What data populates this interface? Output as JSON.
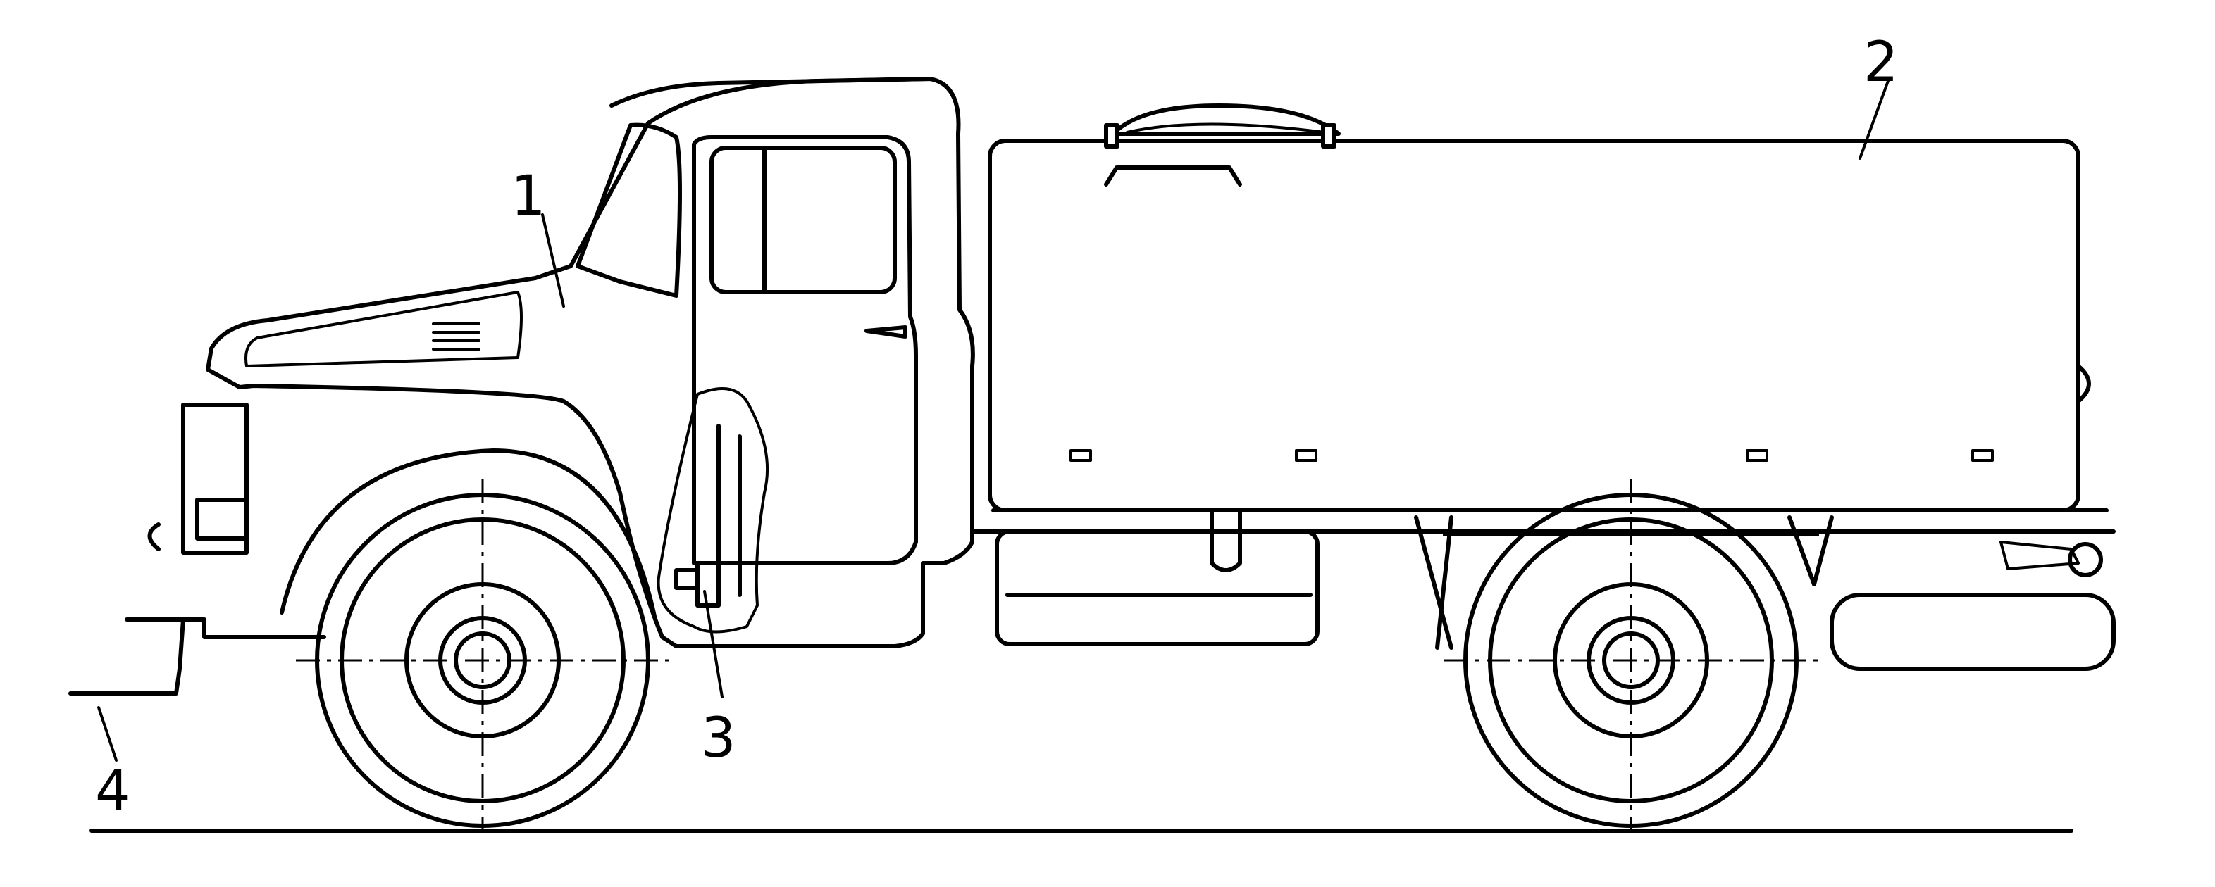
{
  "callouts": {
    "c1": {
      "label": "1"
    },
    "c2": {
      "label": "2"
    },
    "c3": {
      "label": "3"
    },
    "c4": {
      "label": "4"
    }
  },
  "colors": {
    "stroke": "#000000",
    "background": "#ffffff"
  }
}
